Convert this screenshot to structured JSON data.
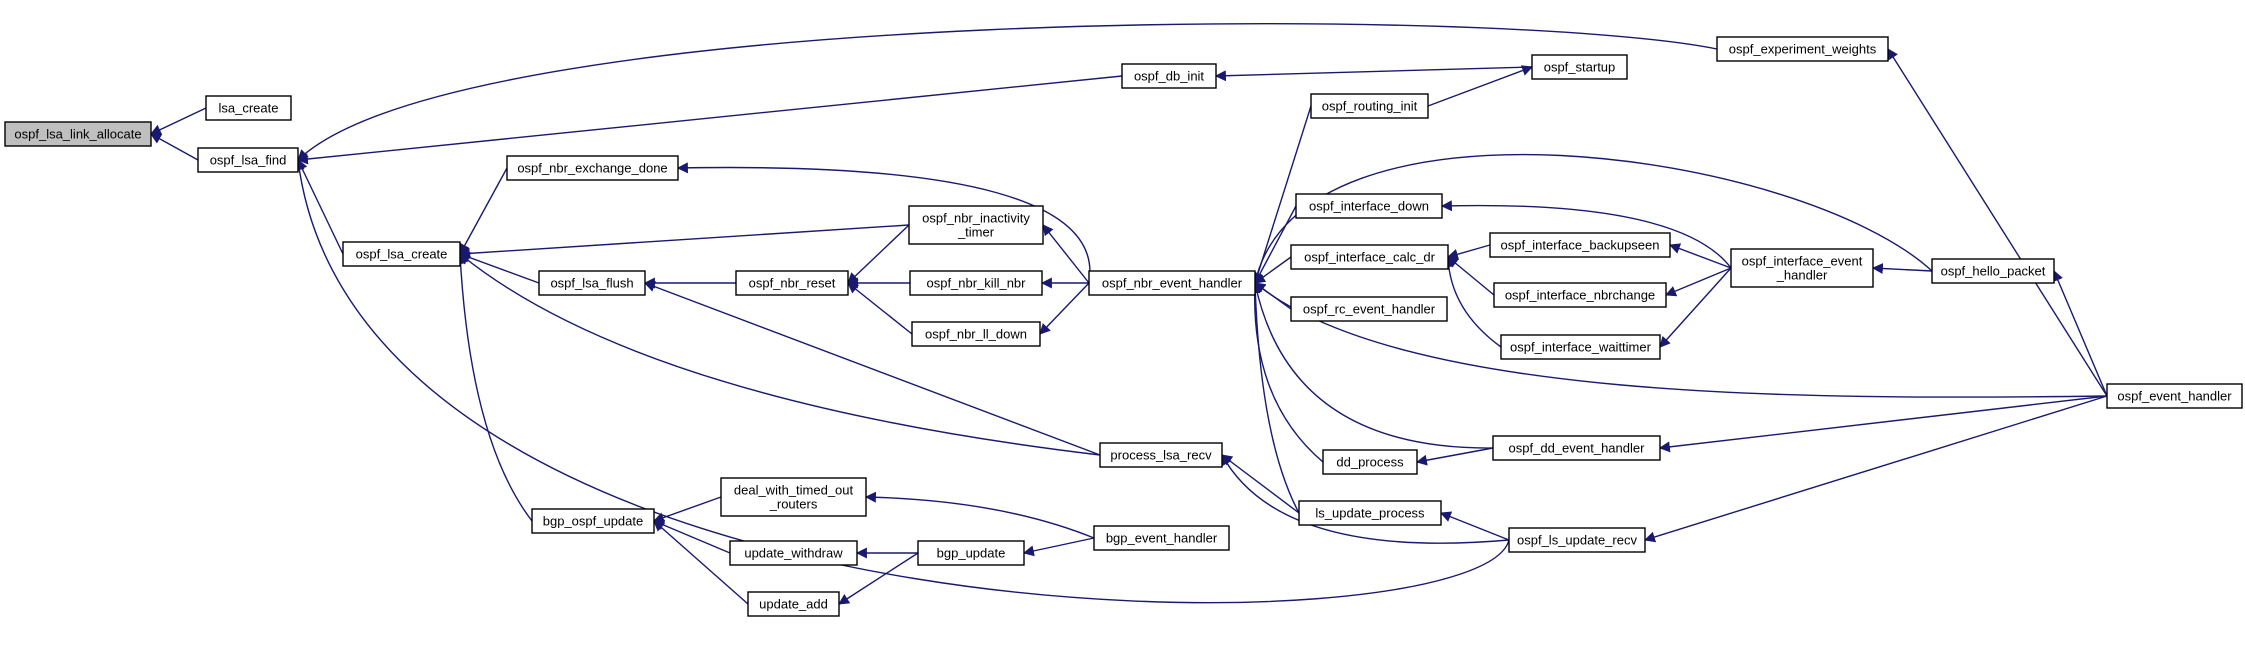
{
  "graph": {
    "root": "ospf_lsa_link_allocate",
    "colors": {
      "edge": "#191970",
      "root_fill": "#bfbfbf",
      "node_fill": "#ffffff",
      "node_border": "#000000"
    },
    "nodes": [
      {
        "id": "ospf_lsa_link_allocate",
        "lines": [
          "ospf_lsa_link_allocate"
        ]
      },
      {
        "id": "lsa_create",
        "lines": [
          "lsa_create"
        ]
      },
      {
        "id": "ospf_lsa_find",
        "lines": [
          "ospf_lsa_find"
        ]
      },
      {
        "id": "ospf_lsa_create",
        "lines": [
          "ospf_lsa_create"
        ]
      },
      {
        "id": "ospf_db_init",
        "lines": [
          "ospf_db_init"
        ]
      },
      {
        "id": "ospf_startup",
        "lines": [
          "ospf_startup"
        ]
      },
      {
        "id": "ospf_experiment_weights",
        "lines": [
          "ospf_experiment_weights"
        ]
      },
      {
        "id": "ospf_event_handler",
        "lines": [
          "ospf_event_handler"
        ]
      },
      {
        "id": "ospf_nbr_exchange_done",
        "lines": [
          "ospf_nbr_exchange_done"
        ]
      },
      {
        "id": "ospf_lsa_flush",
        "lines": [
          "ospf_lsa_flush"
        ]
      },
      {
        "id": "bgp_ospf_update",
        "lines": [
          "bgp_ospf_update"
        ]
      },
      {
        "id": "ospf_nbr_reset",
        "lines": [
          "ospf_nbr_reset"
        ]
      },
      {
        "id": "ospf_nbr_inactivity_timer",
        "lines": [
          "ospf_nbr_inactivity",
          "_timer"
        ]
      },
      {
        "id": "ospf_nbr_kill_nbr",
        "lines": [
          "ospf_nbr_kill_nbr"
        ]
      },
      {
        "id": "ospf_nbr_ll_down",
        "lines": [
          "ospf_nbr_ll_down"
        ]
      },
      {
        "id": "process_lsa_recv",
        "lines": [
          "process_lsa_recv"
        ]
      },
      {
        "id": "deal_with_timed_out_routers",
        "lines": [
          "deal_with_timed_out",
          "_routers"
        ]
      },
      {
        "id": "update_withdraw",
        "lines": [
          "update_withdraw"
        ]
      },
      {
        "id": "update_add",
        "lines": [
          "update_add"
        ]
      },
      {
        "id": "bgp_update",
        "lines": [
          "bgp_update"
        ]
      },
      {
        "id": "bgp_event_handler",
        "lines": [
          "bgp_event_handler"
        ]
      },
      {
        "id": "ospf_nbr_event_handler",
        "lines": [
          "ospf_nbr_event_handler"
        ]
      },
      {
        "id": "ospf_routing_init",
        "lines": [
          "ospf_routing_init"
        ]
      },
      {
        "id": "ospf_interface_down",
        "lines": [
          "ospf_interface_down"
        ]
      },
      {
        "id": "ospf_interface_calc_dr",
        "lines": [
          "ospf_interface_calc_dr"
        ]
      },
      {
        "id": "ospf_rc_event_handler",
        "lines": [
          "ospf_rc_event_handler"
        ]
      },
      {
        "id": "dd_process",
        "lines": [
          "dd_process"
        ]
      },
      {
        "id": "ls_update_process",
        "lines": [
          "ls_update_process"
        ]
      },
      {
        "id": "ospf_dd_event_handler",
        "lines": [
          "ospf_dd_event_handler"
        ]
      },
      {
        "id": "ospf_ls_update_recv",
        "lines": [
          "ospf_ls_update_recv"
        ]
      },
      {
        "id": "ospf_interface_backupseen",
        "lines": [
          "ospf_interface_backupseen"
        ]
      },
      {
        "id": "ospf_interface_nbrchange",
        "lines": [
          "ospf_interface_nbrchange"
        ]
      },
      {
        "id": "ospf_interface_waittimer",
        "lines": [
          "ospf_interface_waittimer"
        ]
      },
      {
        "id": "ospf_interface_event_handler",
        "lines": [
          "ospf_interface_event",
          "_handler"
        ]
      },
      {
        "id": "ospf_hello_packet",
        "lines": [
          "ospf_hello_packet"
        ]
      }
    ],
    "edges": [
      {
        "from": "lsa_create",
        "to": "ospf_lsa_link_allocate"
      },
      {
        "from": "ospf_lsa_find",
        "to": "ospf_lsa_link_allocate"
      },
      {
        "from": "ospf_lsa_create",
        "to": "ospf_lsa_find"
      },
      {
        "from": "ospf_db_init",
        "to": "ospf_lsa_find"
      },
      {
        "from": "ospf_experiment_weights",
        "to": "ospf_lsa_find"
      },
      {
        "from": "ospf_ls_update_recv",
        "to": "ospf_lsa_find"
      },
      {
        "from": "ospf_startup",
        "to": "ospf_db_init"
      },
      {
        "from": "ospf_routing_init",
        "to": "ospf_startup"
      },
      {
        "from": "ospf_event_handler",
        "to": "ospf_experiment_weights"
      },
      {
        "from": "ospf_nbr_exchange_done",
        "to": "ospf_lsa_create"
      },
      {
        "from": "ospf_nbr_inactivity_timer",
        "to": "ospf_lsa_create"
      },
      {
        "from": "ospf_lsa_flush",
        "to": "ospf_lsa_create"
      },
      {
        "from": "process_lsa_recv",
        "to": "ospf_lsa_create"
      },
      {
        "from": "bgp_ospf_update",
        "to": "ospf_lsa_create"
      },
      {
        "from": "ospf_nbr_reset",
        "to": "ospf_lsa_flush"
      },
      {
        "from": "process_lsa_recv",
        "to": "ospf_lsa_flush"
      },
      {
        "from": "ospf_nbr_inactivity_timer",
        "to": "ospf_nbr_reset"
      },
      {
        "from": "ospf_nbr_kill_nbr",
        "to": "ospf_nbr_reset"
      },
      {
        "from": "ospf_nbr_ll_down",
        "to": "ospf_nbr_reset"
      },
      {
        "from": "ospf_nbr_event_handler",
        "to": "ospf_nbr_exchange_done"
      },
      {
        "from": "ospf_nbr_event_handler",
        "to": "ospf_nbr_inactivity_timer"
      },
      {
        "from": "ospf_nbr_event_handler",
        "to": "ospf_nbr_kill_nbr"
      },
      {
        "from": "ospf_nbr_event_handler",
        "to": "ospf_nbr_ll_down"
      },
      {
        "from": "deal_with_timed_out_routers",
        "to": "bgp_ospf_update"
      },
      {
        "from": "update_withdraw",
        "to": "bgp_ospf_update"
      },
      {
        "from": "update_add",
        "to": "bgp_ospf_update"
      },
      {
        "from": "bgp_event_handler",
        "to": "deal_with_timed_out_routers"
      },
      {
        "from": "bgp_update",
        "to": "update_withdraw"
      },
      {
        "from": "bgp_update",
        "to": "update_add"
      },
      {
        "from": "bgp_event_handler",
        "to": "bgp_update"
      },
      {
        "from": "ls_update_process",
        "to": "process_lsa_recv"
      },
      {
        "from": "ospf_ls_update_recv",
        "to": "process_lsa_recv"
      },
      {
        "from": "ospf_routing_init",
        "to": "ospf_nbr_event_handler"
      },
      {
        "from": "ospf_interface_down",
        "to": "ospf_nbr_event_handler"
      },
      {
        "from": "ospf_interface_calc_dr",
        "to": "ospf_nbr_event_handler"
      },
      {
        "from": "ospf_rc_event_handler",
        "to": "ospf_nbr_event_handler"
      },
      {
        "from": "dd_process",
        "to": "ospf_nbr_event_handler"
      },
      {
        "from": "ls_update_process",
        "to": "ospf_nbr_event_handler"
      },
      {
        "from": "ospf_dd_event_handler",
        "to": "ospf_nbr_event_handler"
      },
      {
        "from": "ospf_event_handler",
        "to": "ospf_nbr_event_handler"
      },
      {
        "from": "ospf_hello_packet",
        "to": "ospf_nbr_event_handler"
      },
      {
        "from": "ospf_interface_event_handler",
        "to": "ospf_interface_down"
      },
      {
        "from": "ospf_interface_backupseen",
        "to": "ospf_interface_calc_dr"
      },
      {
        "from": "ospf_interface_nbrchange",
        "to": "ospf_interface_calc_dr"
      },
      {
        "from": "ospf_interface_waittimer",
        "to": "ospf_interface_calc_dr"
      },
      {
        "from": "ospf_interface_event_handler",
        "to": "ospf_interface_backupseen"
      },
      {
        "from": "ospf_interface_event_handler",
        "to": "ospf_interface_nbrchange"
      },
      {
        "from": "ospf_interface_event_handler",
        "to": "ospf_interface_waittimer"
      },
      {
        "from": "ospf_hello_packet",
        "to": "ospf_interface_event_handler"
      },
      {
        "from": "ospf_event_handler",
        "to": "ospf_hello_packet"
      },
      {
        "from": "ospf_dd_event_handler",
        "to": "dd_process"
      },
      {
        "from": "ospf_event_handler",
        "to": "ospf_dd_event_handler"
      },
      {
        "from": "ospf_ls_update_recv",
        "to": "ls_update_process"
      },
      {
        "from": "ospf_event_handler",
        "to": "ospf_ls_update_recv"
      }
    ]
  }
}
